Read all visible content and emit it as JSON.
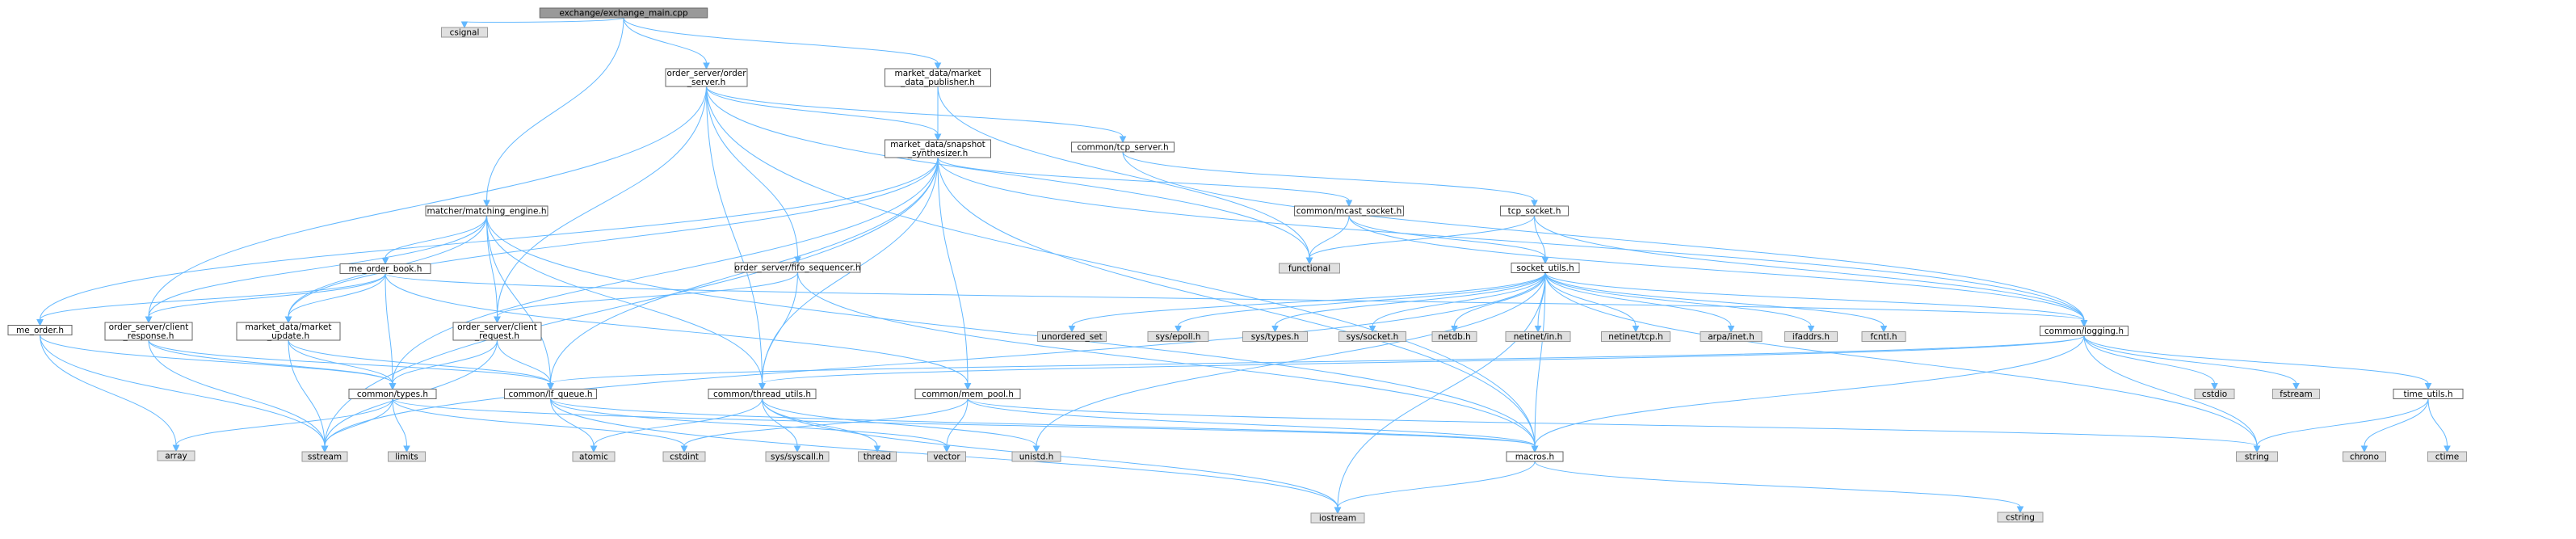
{
  "colors": {
    "root_fill": "#999999",
    "root_stroke": "#666666",
    "header_fill": "#ffffff",
    "header_stroke": "#666666",
    "system_fill": "#e0e0e0",
    "system_stroke": "#999999",
    "edge": "#63b8ff"
  },
  "nodes": [
    {
      "id": "main",
      "label": [
        "exchange/exchange_main.cpp"
      ],
      "kind": "root"
    },
    {
      "id": "csignal",
      "label": [
        "csignal"
      ],
      "kind": "system"
    },
    {
      "id": "order_server",
      "label": [
        "order_server/order",
        "_server.h"
      ],
      "kind": "header"
    },
    {
      "id": "mdpub",
      "label": [
        "market_data/market",
        "_data_publisher.h"
      ],
      "kind": "header"
    },
    {
      "id": "snapshot",
      "label": [
        "market_data/snapshot",
        "_synthesizer.h"
      ],
      "kind": "header"
    },
    {
      "id": "tcp_server",
      "label": [
        "common/tcp_server.h"
      ],
      "kind": "header"
    },
    {
      "id": "matching",
      "label": [
        "matcher/matching_engine.h"
      ],
      "kind": "header"
    },
    {
      "id": "mcast",
      "label": [
        "common/mcast_socket.h"
      ],
      "kind": "header"
    },
    {
      "id": "tcp_socket",
      "label": [
        "tcp_socket.h"
      ],
      "kind": "header"
    },
    {
      "id": "functional",
      "label": [
        "functional"
      ],
      "kind": "system"
    },
    {
      "id": "me_order_book",
      "label": [
        "me_order_book.h"
      ],
      "kind": "header"
    },
    {
      "id": "fifo",
      "label": [
        "order_server/fifo_sequencer.h"
      ],
      "kind": "header"
    },
    {
      "id": "socket_utils",
      "label": [
        "socket_utils.h"
      ],
      "kind": "header"
    },
    {
      "id": "me_order",
      "label": [
        "me_order.h"
      ],
      "kind": "header"
    },
    {
      "id": "client_response",
      "label": [
        "order_server/client",
        "_response.h"
      ],
      "kind": "header"
    },
    {
      "id": "market_update",
      "label": [
        "market_data/market",
        "_update.h"
      ],
      "kind": "header"
    },
    {
      "id": "client_request",
      "label": [
        "order_server/client",
        "_request.h"
      ],
      "kind": "header"
    },
    {
      "id": "unordered_set",
      "label": [
        "unordered_set"
      ],
      "kind": "system"
    },
    {
      "id": "epoll",
      "label": [
        "sys/epoll.h"
      ],
      "kind": "system"
    },
    {
      "id": "systypes",
      "label": [
        "sys/types.h"
      ],
      "kind": "system"
    },
    {
      "id": "syssocket",
      "label": [
        "sys/socket.h"
      ],
      "kind": "system"
    },
    {
      "id": "netdb",
      "label": [
        "netdb.h"
      ],
      "kind": "system"
    },
    {
      "id": "netinet_in",
      "label": [
        "netinet/in.h"
      ],
      "kind": "system"
    },
    {
      "id": "netinet_tcp",
      "label": [
        "netinet/tcp.h"
      ],
      "kind": "system"
    },
    {
      "id": "arpa",
      "label": [
        "arpa/inet.h"
      ],
      "kind": "system"
    },
    {
      "id": "ifaddrs",
      "label": [
        "ifaddrs.h"
      ],
      "kind": "system"
    },
    {
      "id": "fcntl",
      "label": [
        "fcntl.h"
      ],
      "kind": "system"
    },
    {
      "id": "logging",
      "label": [
        "common/logging.h"
      ],
      "kind": "header"
    },
    {
      "id": "types",
      "label": [
        "common/types.h"
      ],
      "kind": "header"
    },
    {
      "id": "lfqueue",
      "label": [
        "common/lf_queue.h"
      ],
      "kind": "header"
    },
    {
      "id": "thread_utils",
      "label": [
        "common/thread_utils.h"
      ],
      "kind": "header"
    },
    {
      "id": "mem_pool",
      "label": [
        "common/mem_pool.h"
      ],
      "kind": "header"
    },
    {
      "id": "cstdio",
      "label": [
        "cstdio"
      ],
      "kind": "system"
    },
    {
      "id": "fstream",
      "label": [
        "fstream"
      ],
      "kind": "system"
    },
    {
      "id": "time_utils",
      "label": [
        "time_utils.h"
      ],
      "kind": "header"
    },
    {
      "id": "array",
      "label": [
        "array"
      ],
      "kind": "system"
    },
    {
      "id": "sstream",
      "label": [
        "sstream"
      ],
      "kind": "system"
    },
    {
      "id": "limits",
      "label": [
        "limits"
      ],
      "kind": "system"
    },
    {
      "id": "atomic",
      "label": [
        "atomic"
      ],
      "kind": "system"
    },
    {
      "id": "cstdint",
      "label": [
        "cstdint"
      ],
      "kind": "system"
    },
    {
      "id": "syscall",
      "label": [
        "sys/syscall.h"
      ],
      "kind": "system"
    },
    {
      "id": "thread",
      "label": [
        "thread"
      ],
      "kind": "system"
    },
    {
      "id": "vector",
      "label": [
        "vector"
      ],
      "kind": "system"
    },
    {
      "id": "unistd",
      "label": [
        "unistd.h"
      ],
      "kind": "system"
    },
    {
      "id": "macros",
      "label": [
        "macros.h"
      ],
      "kind": "header"
    },
    {
      "id": "string",
      "label": [
        "string"
      ],
      "kind": "system"
    },
    {
      "id": "chrono",
      "label": [
        "chrono"
      ],
      "kind": "system"
    },
    {
      "id": "ctime",
      "label": [
        "ctime"
      ],
      "kind": "system"
    },
    {
      "id": "iostream",
      "label": [
        "iostream"
      ],
      "kind": "system"
    },
    {
      "id": "cstring",
      "label": [
        "cstring"
      ],
      "kind": "system"
    }
  ],
  "edges": [
    [
      "main",
      "csignal"
    ],
    [
      "main",
      "order_server"
    ],
    [
      "main",
      "mdpub"
    ],
    [
      "main",
      "matching"
    ],
    [
      "order_server",
      "snapshot"
    ],
    [
      "order_server",
      "tcp_server"
    ],
    [
      "order_server",
      "fifo"
    ],
    [
      "order_server",
      "client_response"
    ],
    [
      "order_server",
      "client_request"
    ],
    [
      "order_server",
      "thread_utils"
    ],
    [
      "order_server",
      "functional"
    ],
    [
      "order_server",
      "macros"
    ],
    [
      "mdpub",
      "snapshot"
    ],
    [
      "mdpub",
      "functional"
    ],
    [
      "snapshot",
      "mcast"
    ],
    [
      "snapshot",
      "me_order"
    ],
    [
      "snapshot",
      "market_update"
    ],
    [
      "snapshot",
      "types"
    ],
    [
      "snapshot",
      "lfqueue"
    ],
    [
      "snapshot",
      "thread_utils"
    ],
    [
      "snapshot",
      "mem_pool"
    ],
    [
      "snapshot",
      "logging"
    ],
    [
      "snapshot",
      "macros"
    ],
    [
      "snapshot",
      "sstream"
    ],
    [
      "tcp_server",
      "tcp_socket"
    ],
    [
      "tcp_server",
      "logging"
    ],
    [
      "matching",
      "me_order_book"
    ],
    [
      "matching",
      "client_request"
    ],
    [
      "matching",
      "client_response"
    ],
    [
      "matching",
      "market_update"
    ],
    [
      "matching",
      "lfqueue"
    ],
    [
      "matching",
      "thread_utils"
    ],
    [
      "matching",
      "macros"
    ],
    [
      "mcast",
      "socket_utils"
    ],
    [
      "mcast",
      "logging"
    ],
    [
      "mcast",
      "functional"
    ],
    [
      "tcp_socket",
      "socket_utils"
    ],
    [
      "tcp_socket",
      "logging"
    ],
    [
      "tcp_socket",
      "functional"
    ],
    [
      "me_order_book",
      "me_order"
    ],
    [
      "me_order_book",
      "types"
    ],
    [
      "me_order_book",
      "market_update"
    ],
    [
      "me_order_book",
      "client_response"
    ],
    [
      "me_order_book",
      "mem_pool"
    ],
    [
      "me_order_book",
      "logging"
    ],
    [
      "fifo",
      "client_request"
    ],
    [
      "fifo",
      "thread_utils"
    ],
    [
      "fifo",
      "macros"
    ],
    [
      "socket_utils",
      "unordered_set"
    ],
    [
      "socket_utils",
      "epoll"
    ],
    [
      "socket_utils",
      "systypes"
    ],
    [
      "socket_utils",
      "syssocket"
    ],
    [
      "socket_utils",
      "netdb"
    ],
    [
      "socket_utils",
      "netinet_in"
    ],
    [
      "socket_utils",
      "netinet_tcp"
    ],
    [
      "socket_utils",
      "arpa"
    ],
    [
      "socket_utils",
      "ifaddrs"
    ],
    [
      "socket_utils",
      "fcntl"
    ],
    [
      "socket_utils",
      "logging"
    ],
    [
      "socket_utils",
      "macros"
    ],
    [
      "socket_utils",
      "string"
    ],
    [
      "socket_utils",
      "iostream"
    ],
    [
      "socket_utils",
      "sstream"
    ],
    [
      "socket_utils",
      "unistd"
    ],
    [
      "me_order",
      "types"
    ],
    [
      "me_order",
      "array"
    ],
    [
      "me_order",
      "sstream"
    ],
    [
      "client_response",
      "types"
    ],
    [
      "client_response",
      "lfqueue"
    ],
    [
      "client_response",
      "sstream"
    ],
    [
      "market_update",
      "types"
    ],
    [
      "market_update",
      "lfqueue"
    ],
    [
      "market_update",
      "sstream"
    ],
    [
      "client_request",
      "types"
    ],
    [
      "client_request",
      "lfqueue"
    ],
    [
      "client_request",
      "sstream"
    ],
    [
      "logging",
      "cstdio"
    ],
    [
      "logging",
      "fstream"
    ],
    [
      "logging",
      "time_utils"
    ],
    [
      "logging",
      "macros"
    ],
    [
      "logging",
      "lfqueue"
    ],
    [
      "logging",
      "thread_utils"
    ],
    [
      "logging",
      "string"
    ],
    [
      "types",
      "array"
    ],
    [
      "types",
      "sstream"
    ],
    [
      "types",
      "limits"
    ],
    [
      "types",
      "macros"
    ],
    [
      "types",
      "cstdint"
    ],
    [
      "lfqueue",
      "atomic"
    ],
    [
      "lfqueue",
      "vector"
    ],
    [
      "lfqueue",
      "iostream"
    ],
    [
      "lfqueue",
      "macros"
    ],
    [
      "thread_utils",
      "atomic"
    ],
    [
      "thread_utils",
      "syscall"
    ],
    [
      "thread_utils",
      "thread"
    ],
    [
      "thread_utils",
      "unistd"
    ],
    [
      "thread_utils",
      "iostream"
    ],
    [
      "mem_pool",
      "cstdint"
    ],
    [
      "mem_pool",
      "vector"
    ],
    [
      "mem_pool",
      "string"
    ],
    [
      "mem_pool",
      "macros"
    ],
    [
      "time_utils",
      "string"
    ],
    [
      "time_utils",
      "chrono"
    ],
    [
      "time_utils",
      "ctime"
    ],
    [
      "macros",
      "cstring"
    ],
    [
      "macros",
      "iostream"
    ]
  ]
}
